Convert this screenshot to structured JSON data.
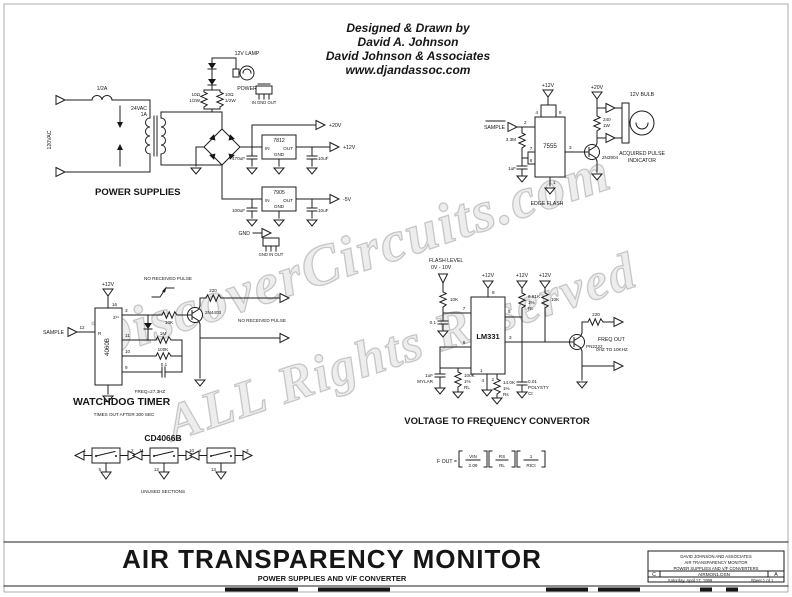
{
  "header": {
    "line1": "Designed & Drawn by",
    "line2": "David A. Johnson",
    "line3": "David Johnson & Associates",
    "line4": "www.djandassoc.com"
  },
  "watermark": {
    "line1": "DiscoverCircuits.com",
    "line2": "ALL Rights Reserved"
  },
  "power_supplies": {
    "title": "POWER SUPPLIES",
    "input_label": "120VAC",
    "fuse_label": "1/2A",
    "xfmr_line1": "24VAC",
    "xfmr_line2": "1A",
    "lamp_label": "12V LAMP",
    "lamp_name": "POWER",
    "res_value": "10Ω",
    "res_watt": "1/2W",
    "unreg_out": "+20V",
    "reg1": "7812",
    "reg2": "7905",
    "pin_in": "IN",
    "pin_out": "OUT",
    "pin_gnd": "GND",
    "cap1": "470uF",
    "cap2": "10uF",
    "cap3": "100uF",
    "cap4": "10uF",
    "out_pos": "+12V",
    "out_neg": "-5V",
    "gnd_out": "GND",
    "pinout_top": "IN GND OUT",
    "pinout_bottom": "GND IN OUT"
  },
  "edge_flash": {
    "title": "EDGE FLASH",
    "input": "SAMPLE",
    "ic": "7555",
    "pin2": "2",
    "pin4": "4",
    "pin8": "8",
    "pin7": "7",
    "pin6": "6",
    "pin3": "3",
    "pin1": "1",
    "r_timing": "3.3M",
    "c_timing": "1uF",
    "r_lamp": "240",
    "r_lamp_watt": "1W",
    "q": "2N3904",
    "vcc_logic": "+12V",
    "vcc_lamp": "+20V",
    "bulb": "12V BULB",
    "indicator_line1": "ACQUIRED PULSE",
    "indicator_line2": "INDICATOR"
  },
  "watchdog": {
    "title": "WATCHDOG TIMER",
    "subtitle": "TIMES OUT AFTER 300 SEC",
    "input": "SAMPLE",
    "ic": "4060B",
    "reset_pin": "R",
    "q14": "2¹⁴",
    "pin16": "16",
    "pin12": "12",
    "pin3": "3",
    "pin11": "11",
    "pin10": "10",
    "pin9": "9",
    "r_base": "10K",
    "r_osc1": "1M",
    "r_osc2": "100K",
    "c_osc": "0.1",
    "freq": "FREQ=27.3HZ",
    "q": "2N4403",
    "r_out": "220",
    "vcc": "+12V",
    "no_pulse_top": "NO RECEIVED PULSE",
    "no_pulse_right": "NO RECEIVED PULSE"
  },
  "cd4066": {
    "title": "CD4066B",
    "note": "UNUSED SECTIONS",
    "sw1_a": "1",
    "sw1_b": "2",
    "sw1_c": "5",
    "sw2_a": "11",
    "sw2_b": "10",
    "sw2_c": "12",
    "sw3_a": "4",
    "sw3_b": "3",
    "sw3_c": "13"
  },
  "vfc": {
    "title": "VOLTAGE TO FREQUENCY CONVERTOR",
    "input_line1": "FLASH LEVEL",
    "input_line2": "0V - 10V",
    "r_in": "10K",
    "c_in": "0.1",
    "ic": "LM331",
    "vcc": "+12V",
    "pin7": "7",
    "pin8": "8",
    "pin6": "6",
    "pin5": "5",
    "pin3": "3",
    "pin1": "1",
    "pin4": "4",
    "pin2": "2",
    "rt_val": "6.81K",
    "rt_tol": "1%",
    "rt_name": "Rt",
    "r_pullup": "10K",
    "ct_val": "0.01",
    "ct_type": "POLYSTY",
    "ct_name": "Ct",
    "rl_val": "100K",
    "rl_tol": "1%",
    "rl_name": "RL",
    "cl_val": "1uF",
    "cl_type": "MYLAR",
    "rs_val": "14.0K",
    "rs_tol": "1%",
    "rs_name": "Rs",
    "q": "PN2222",
    "r_out": "220",
    "out_line1": "FREQ OUT",
    "out_line2": "0HZ TO 10KHZ"
  },
  "formula": {
    "lhs": "F OUT =",
    "f1_num": "VIN",
    "f1_den": "2.09",
    "f2_num": "RS",
    "f2_den": "RL",
    "f3_num": "1",
    "f3_den": "RtCt"
  },
  "footer": {
    "title": "AIR TRANSPARENCY MONITOR",
    "subtitle": "POWER SUPPLIES AND V/F CONVERTER"
  },
  "titleblock": {
    "company": "DAVID JOHNSON AND ASSOCIATES",
    "project": "AIR TRANSPARENCY MONITOR",
    "sheet_title": "POWER SUPPLIES AND V/F CONVERTERS",
    "size": "C",
    "doc": "AIRMON1.DSN",
    "rev": "A",
    "date": "Saturday, April 17, 1999",
    "sheet": "Sheet 1 of 1"
  }
}
